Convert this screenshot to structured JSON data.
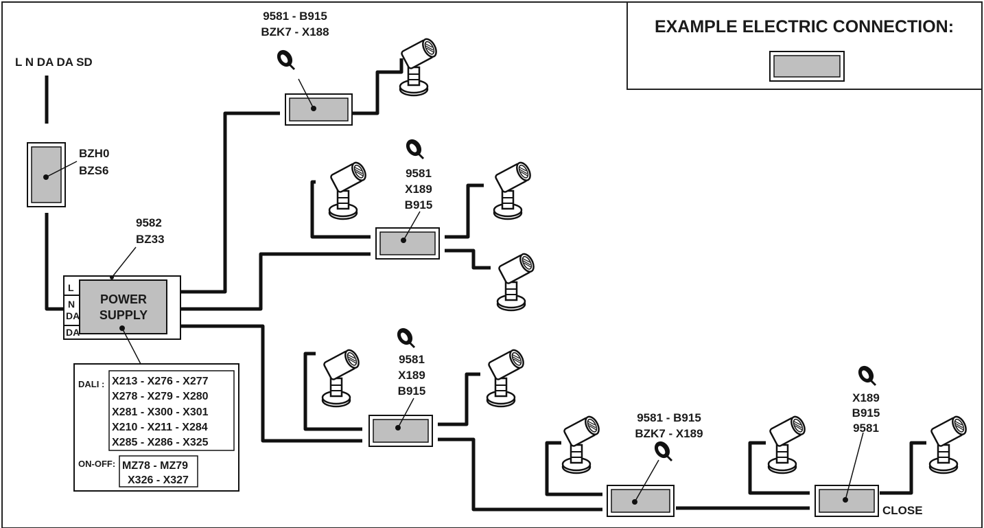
{
  "title": "EXAMPLE ELECTRIC CONNECTION:",
  "supply_line_label": "L N DA DA SD",
  "switch_labels": [
    "BZH0",
    "BZS6"
  ],
  "power_supply": {
    "code_lines": [
      "9582",
      "BZ33"
    ],
    "name_lines": [
      "POWER",
      "SUPPLY"
    ],
    "terminals": [
      "L",
      "N",
      "DA",
      "DA"
    ]
  },
  "compatibility": {
    "dali_label": "DALI :",
    "dali_rows": [
      "X213 - X276 - X277",
      "X278 - X279 - X280",
      "X281 - X300 - X301",
      "X210 - X211 - X284",
      "X285 - X286 - X325"
    ],
    "onoff_label": "ON-OFF:",
    "onoff_rows": [
      "MZ78 - MZ79",
      "X326 - X327"
    ]
  },
  "junction_labels": {
    "j1": [
      "9581 - B915",
      "BZK7 - X188"
    ],
    "j2": [
      "9581",
      "X189",
      "B915"
    ],
    "j3": [
      "9581",
      "X189",
      "B915"
    ],
    "j4": [
      "9581 - B915",
      "BZK7 - X189"
    ],
    "j5": [
      "X189",
      "B915",
      "9581"
    ]
  },
  "close_label": "CLOSE",
  "colors": {
    "box_fill": "#bfbfbf",
    "line": "#111111",
    "frame": "#222222"
  }
}
